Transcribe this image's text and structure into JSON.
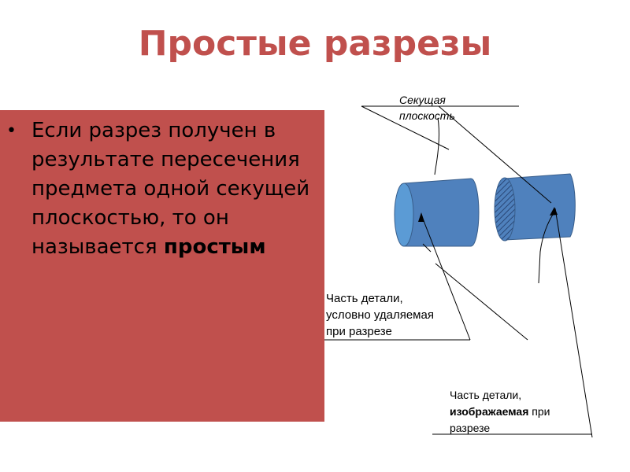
{
  "slide": {
    "title": "Простые разрезы",
    "bullet": {
      "text": "Если разрез получен в результате пересечения предмета одной секущей плоскостью, то он называется ",
      "emphasis": "простым"
    }
  },
  "diagram": {
    "label_plane_line1": "Секущая",
    "label_plane_line2": "плоскость",
    "label_removed_line1": "Часть детали,",
    "label_removed_line2": "условно удаляемая",
    "label_removed_line3": "при разрезе",
    "label_shown_line1": "Часть детали,",
    "label_shown_bold": "изображаемая",
    "label_shown_rest": " при",
    "label_shown_line3": "разрезе"
  },
  "colors": {
    "title": "#c0504d",
    "panel": "#c0504d",
    "cylinder_body": "#4f81bd",
    "cylinder_end": "#5b9bd5",
    "outline": "#385d8a"
  }
}
